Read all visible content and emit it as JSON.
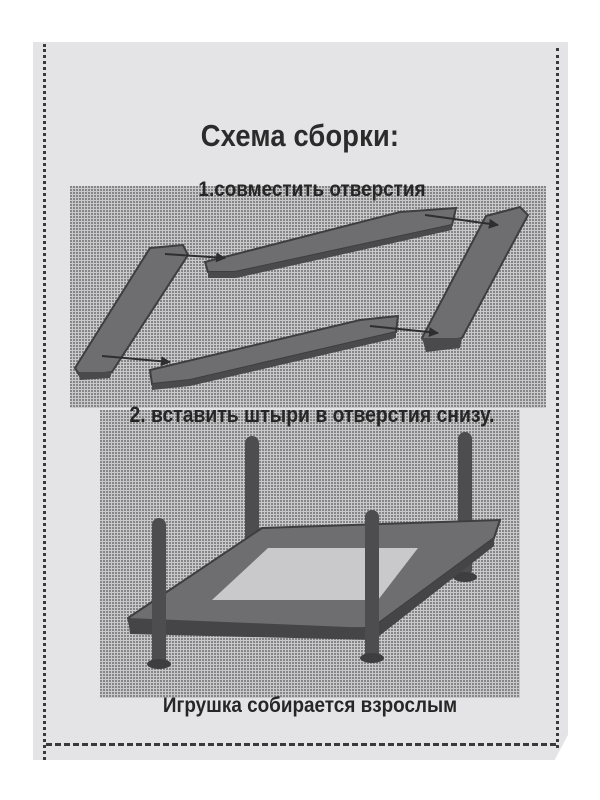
{
  "document": {
    "title": "Схема сборки:",
    "steps": [
      {
        "label": "1.совместить отверстия",
        "illustration": "four-planks-with-alignment-arrows"
      },
      {
        "label": "2. вставить штыри в отверстия снизу.",
        "illustration": "assembled-frame-with-four-pegs"
      }
    ],
    "footer_note": "Игрушка собирается взрослым"
  },
  "colors": {
    "paper": "#e4e3e5",
    "halftone": "#c9c8ca",
    "ink": "#2b2b2b",
    "plank": "#6e6d70",
    "plank_dark": "#3e3d40"
  }
}
